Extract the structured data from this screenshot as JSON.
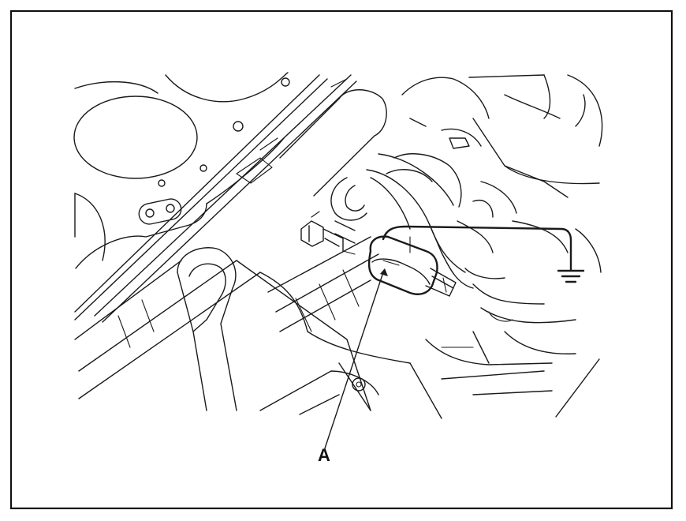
{
  "figure": {
    "callouts": [
      {
        "id": "A",
        "label": "A",
        "target": "sensor-connector"
      }
    ],
    "colors": {
      "line": "#1a1a1a",
      "frame": "#111111",
      "background": "#ffffff"
    },
    "icons": [
      "ground-symbol-icon"
    ]
  }
}
